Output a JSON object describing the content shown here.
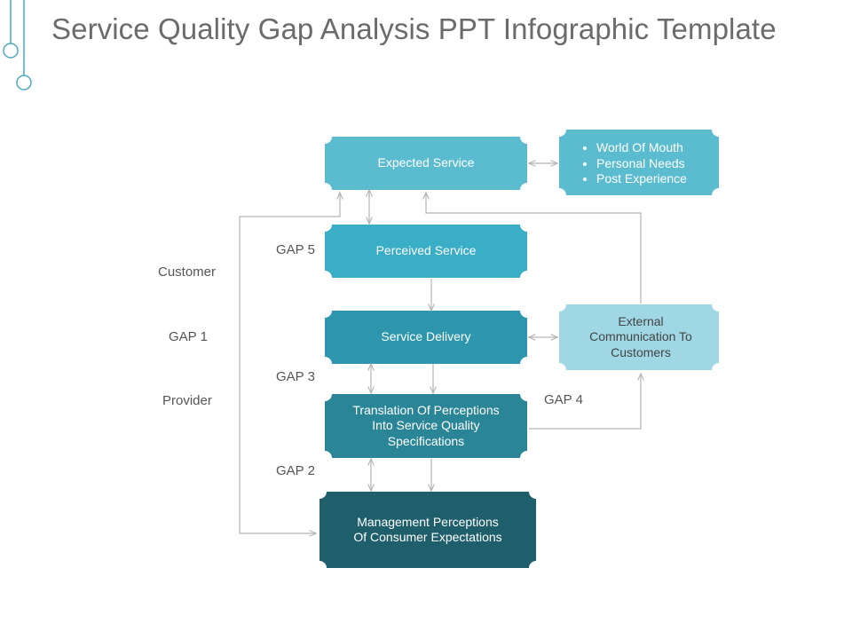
{
  "title": "Service Quality Gap Analysis PPT Infographic Template",
  "colors": {
    "expected": "#5bbcd0",
    "perceived": "#3aaec6",
    "delivery": "#2e96ac",
    "translation": "#2a8597",
    "management": "#1f5e6b",
    "factors": "#5bbcd0",
    "external": "#9fd7e4",
    "connector": "#bdbdbd"
  },
  "boxes": {
    "expected": {
      "text": "Expected Service"
    },
    "factors": {
      "items": [
        "World Of Mouth",
        "Personal Needs",
        "Post Experience"
      ]
    },
    "perceived": {
      "text": "Perceived  Service"
    },
    "delivery": {
      "text": "Service Delivery"
    },
    "external": {
      "text": "External Communication To Customers"
    },
    "translation": {
      "text": "Translation Of Perceptions Into Service Quality Specifications"
    },
    "management": {
      "text": "Management Perceptions Of Consumer Expectations"
    }
  },
  "labels": {
    "customer": "Customer",
    "gap1": "GAP 1",
    "provider": "Provider",
    "gap5": "GAP 5",
    "gap3": "GAP 3",
    "gap2": "GAP 2",
    "gap4": "GAP 4"
  }
}
